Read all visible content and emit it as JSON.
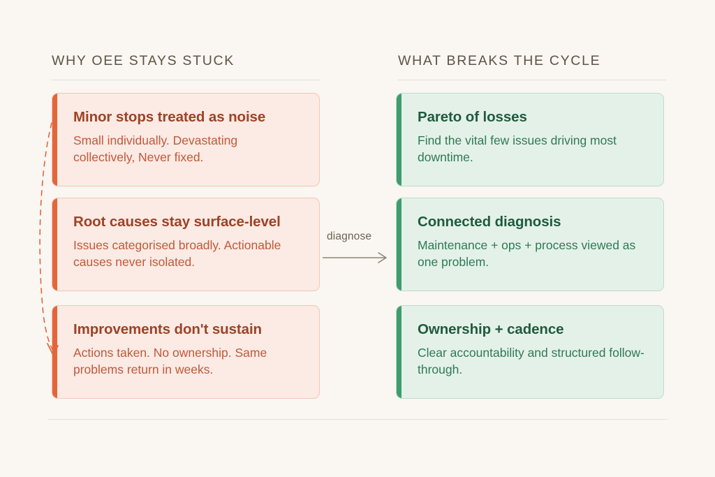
{
  "page": {
    "background_color": "#FAF6F2"
  },
  "columns": [
    {
      "id": "problems",
      "heading": "WHY OEE STAYS STUCK",
      "accent_color": "#E2663A",
      "card_background": "#FCEAE4",
      "title_color": "#9C4326",
      "body_color": "#C0593A",
      "cards": [
        {
          "title": "Minor stops treated as noise",
          "body": "Small individually. Devastating collectively, Never fixed."
        },
        {
          "title": "Root causes stay surface-level",
          "body": "Issues categorised broadly. Actionable causes never isolated."
        },
        {
          "title": "Improvements don't sustain",
          "body": "Actions taken. No ownership. Same problems return in weeks."
        }
      ]
    },
    {
      "id": "solutions",
      "heading": "WHAT BREAKS THE CYCLE",
      "accent_color": "#3F9C6D",
      "card_background": "#E4F1E9",
      "title_color": "#1F5B3C",
      "body_color": "#2E7A53",
      "cards": [
        {
          "title": "Pareto of losses",
          "body": "Find the vital few issues driving most downtime."
        },
        {
          "title": "Connected diagnosis",
          "body": "Maintenance + ops + process viewed as one problem."
        },
        {
          "title": "Ownership + cadence",
          "body": "Clear accountability and structured follow-through."
        }
      ]
    }
  ],
  "connector": {
    "label": "diagnose",
    "arrow_color": "#8C8575"
  },
  "feedback_loop": {
    "color": "#E2663A",
    "style": "dashed"
  }
}
